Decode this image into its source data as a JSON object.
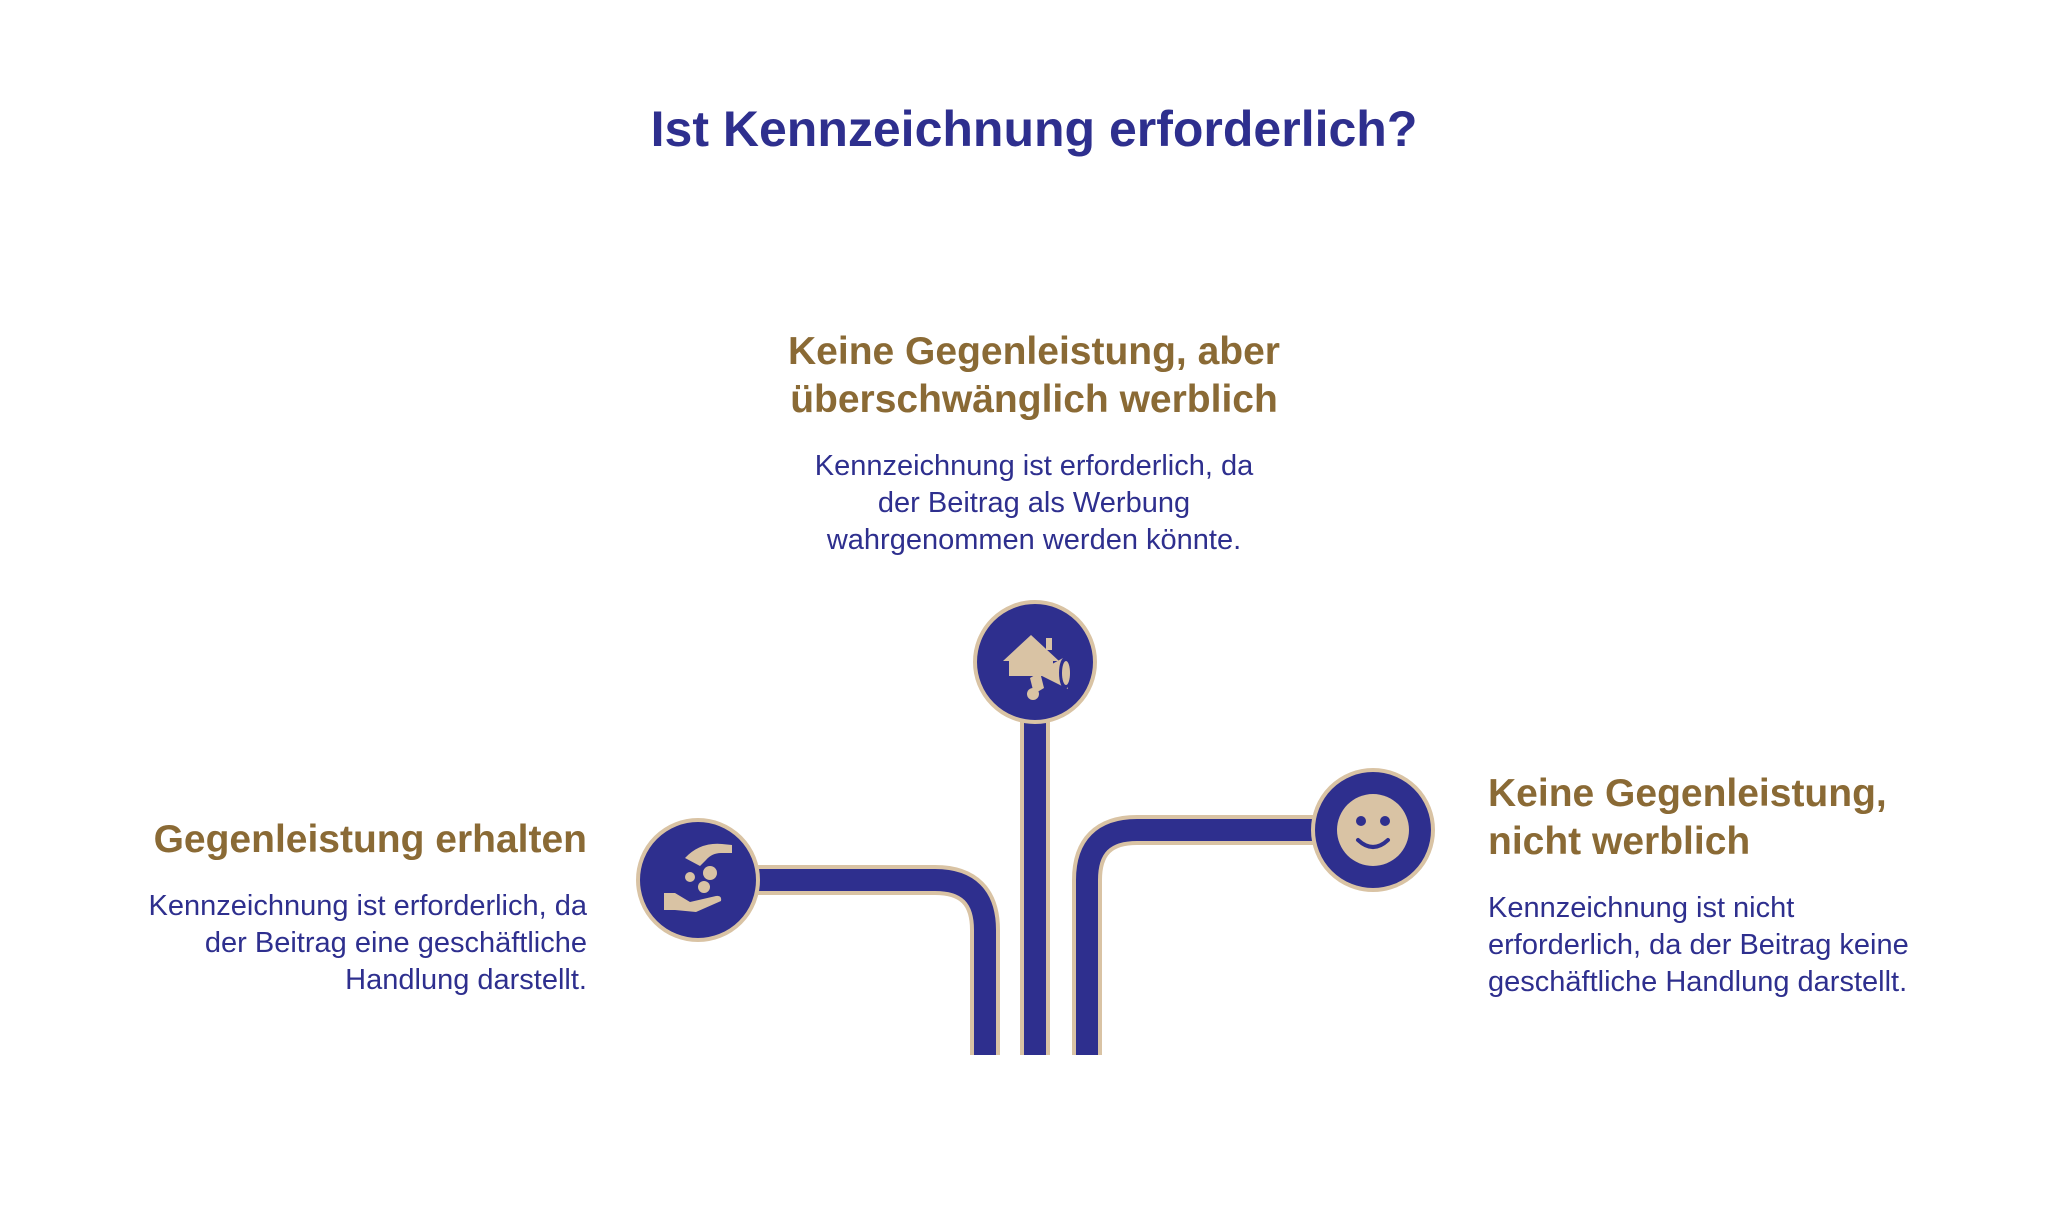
{
  "title": "Ist Kennzeichnung erforderlich?",
  "colors": {
    "primary": "#2e2f8e",
    "accent": "#8a6a35",
    "icon_fill": "#d9c3a4"
  },
  "branches": {
    "center": {
      "heading": "Keine Gegenleistung, aber\nüberschwänglich werblich",
      "description": "Kennzeichnung ist erforderlich, da\nder Beitrag als Werbung\nwahrgenommen werden könnte.",
      "icon": "house-megaphone-icon"
    },
    "left": {
      "heading": "Gegenleistung erhalten",
      "description": "Kennzeichnung ist erforderlich, da\nder Beitrag eine geschäftliche\nHandlung darstellt.",
      "icon": "hand-coins-icon"
    },
    "right": {
      "heading": "Keine Gegenleistung,\nnicht werblich",
      "description": "Kennzeichnung ist nicht\nerforderlich, da der Beitrag keine\ngeschäftliche Handlung darstellt.",
      "icon": "smiley-face-icon"
    }
  }
}
